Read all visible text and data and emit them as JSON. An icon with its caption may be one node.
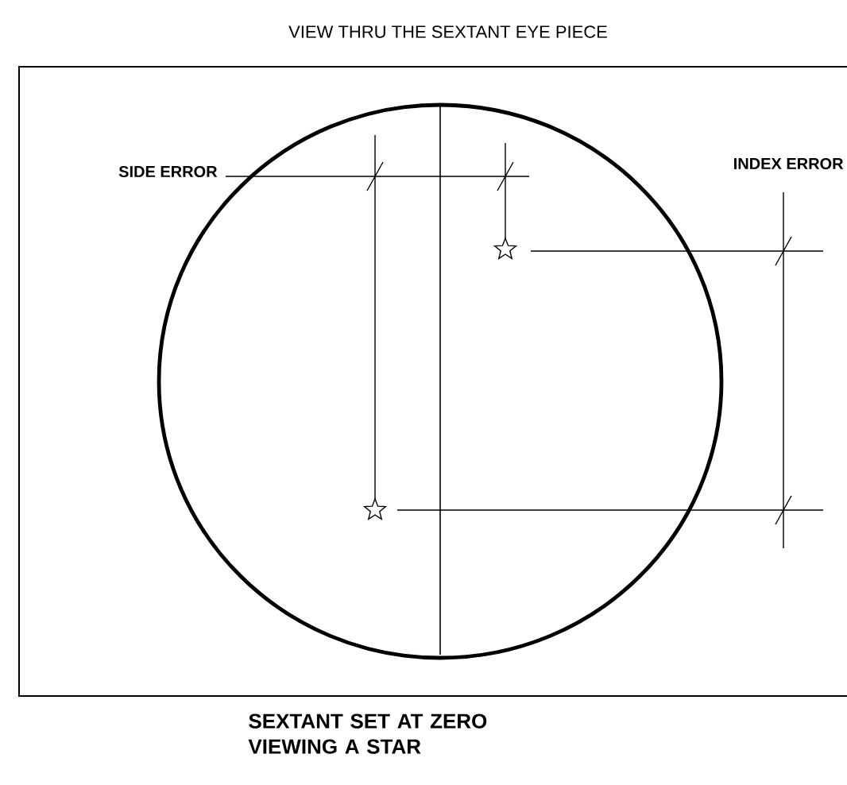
{
  "diagram": {
    "title": "VIEW THRU THE SEXTANT EYE PIECE",
    "caption": "SEXTANT SET AT ZERO VIEWING A STAR",
    "labels": [
      "SIDE ERROR",
      "INDEX ERROR"
    ]
  }
}
